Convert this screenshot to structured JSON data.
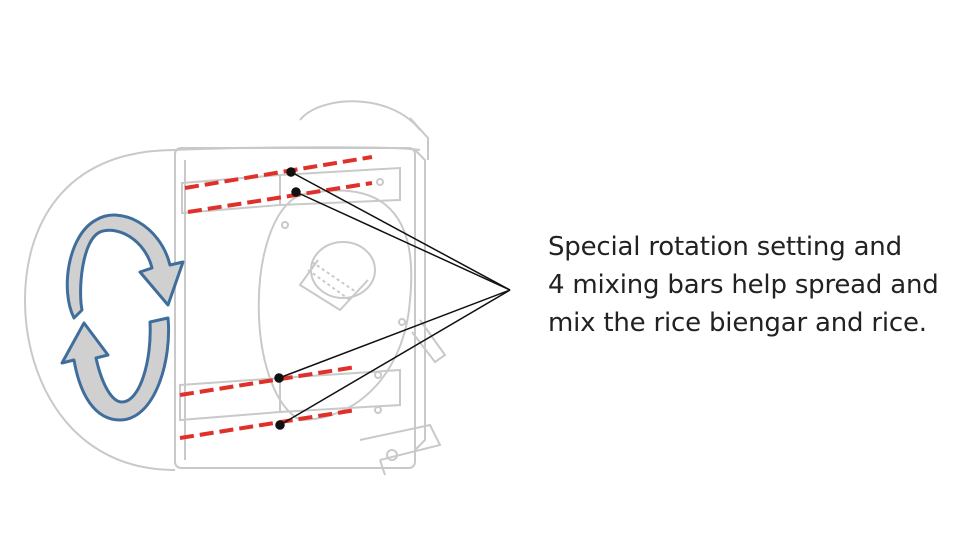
{
  "caption": {
    "lines": [
      "Special rotation setting and",
      "4 mixing bars help spread and",
      "mix the rice biengar and rice."
    ]
  },
  "colors": {
    "outline": "#c9c9c9",
    "rotation_arrow_fill": "#d0d0d0",
    "rotation_arrow_stroke": "#3f6e9c",
    "mixing_bar": "#e0302a",
    "callout_line": "#111111"
  },
  "icons": {
    "rotation": "circular-rotation-arrow-icon"
  }
}
